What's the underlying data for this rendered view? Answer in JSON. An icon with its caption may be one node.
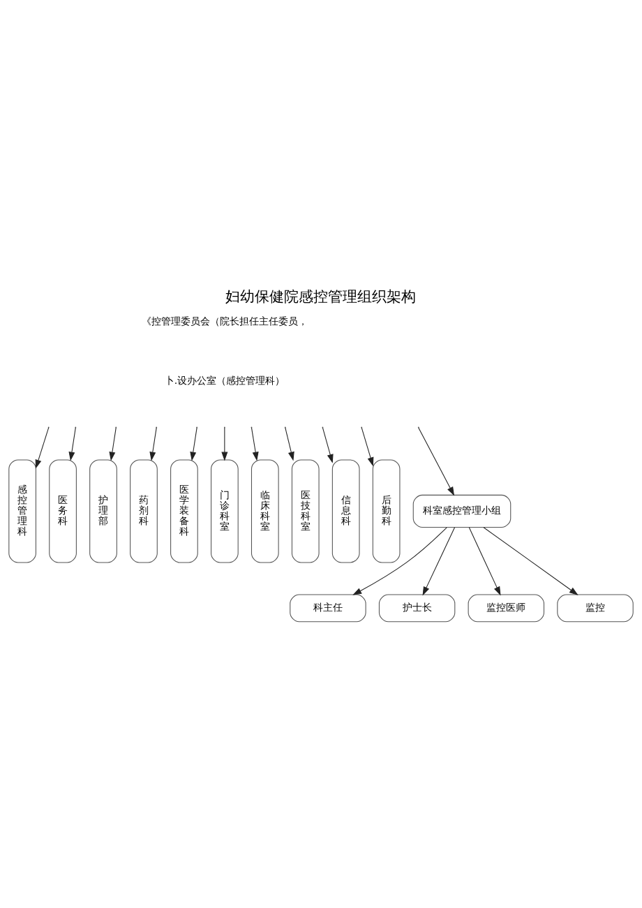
{
  "diagram": {
    "title": "妇幼保健院感控管理组织架构",
    "nodes": [
      {
        "text": [
          "感控管理科"
        ]
      },
      {
        "text": [
          "医务科"
        ]
      },
      {
        "text": [
          "护理部"
        ]
      },
      {
        "text": [
          "药剂科"
        ]
      },
      {
        "text": [
          "医学装备科"
        ]
      },
      {
        "text": [
          "门诊科室"
        ]
      },
      {
        "text": [
          "临床科室"
        ]
      },
      {
        "text": [
          "医技科室"
        ]
      },
      {
        "text": [
          "信息科"
        ]
      },
      {
        "text": [
          "后勤科"
        ]
      },
      {
        "text": [
          "科室感控管理小组"
        ]
      },
      {
        "text": [
          "科主任"
        ]
      },
      {
        "text": [
          "护士长"
        ]
      },
      {
        "text": [
          "监控医师"
        ]
      },
      {
        "text": [
          "监控"
        ]
      }
    ],
    "edges": [
      {
        "from": null,
        "to": 0,
        "arrow": "to"
      },
      {
        "from": null,
        "to": 1,
        "arrow": "to"
      },
      {
        "from": null,
        "to": 2,
        "arrow": "to"
      },
      {
        "from": null,
        "to": 3,
        "arrow": "to"
      },
      {
        "from": null,
        "to": 4,
        "arrow": "to"
      },
      {
        "from": null,
        "to": 5,
        "arrow": "to"
      },
      {
        "from": null,
        "to": 6,
        "arrow": "to"
      },
      {
        "from": null,
        "to": 7,
        "arrow": "to"
      },
      {
        "from": null,
        "to": 8,
        "arrow": "to"
      },
      {
        "from": null,
        "to": 9,
        "arrow": "to"
      },
      {
        "from": null,
        "to": 10,
        "arrow": "to"
      },
      {
        "from": 10,
        "to": 11,
        "arrow": "to"
      },
      {
        "from": 10,
        "to": 12,
        "arrow": "to"
      },
      {
        "from": 10,
        "to": 13,
        "arrow": "to"
      },
      {
        "from": 10,
        "to": 14,
        "arrow": "to"
      }
    ],
    "labels": [
      "《控管理委员会（院长担任主任委员，",
      "卜.设办公室（感控管理科）"
    ]
  }
}
